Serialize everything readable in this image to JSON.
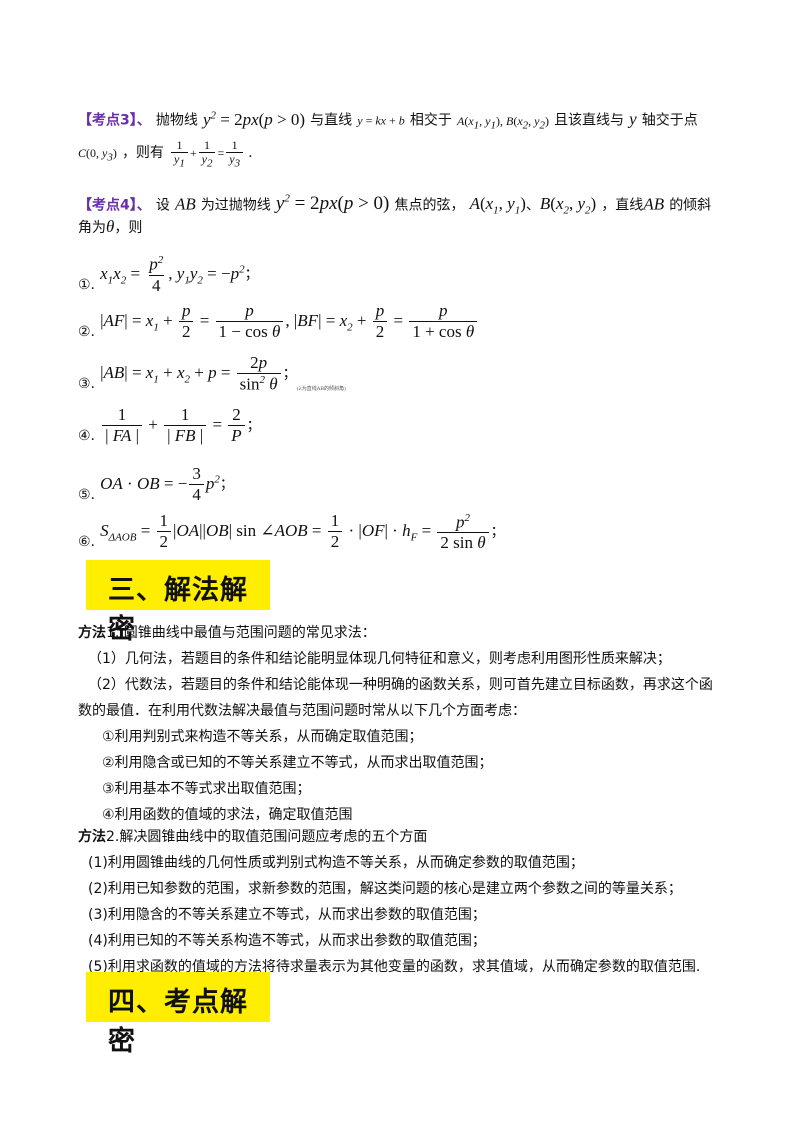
{
  "kaodian3": {
    "tag": "【考点3】",
    "sep": "、",
    "t1": "抛物线",
    "t2": "与直线",
    "t3": "相交于",
    "t4": "且该直线与",
    "t5": "轴交于点",
    "t6": "，则有",
    "t7": "."
  },
  "kaodian4": {
    "tag": "【考点4】",
    "sep": "、",
    "t1": "设",
    "t2": "为过抛物线",
    "t3": "焦点的弦，",
    "t4": "、",
    "t5": "，直线",
    "t6": "的倾斜",
    "t7": "角为",
    "t8": "，则"
  },
  "items": {
    "i1": "①.",
    "i2": "②.",
    "i3": "③.",
    "i4": "④.",
    "i5": "⑤.",
    "i6": "⑥.",
    "semi": "；",
    "tiny_note": "(λ为直线AB的倾斜角)"
  },
  "section3": {
    "title": "三、解法解密"
  },
  "method1": {
    "label": "方法",
    "title": "1. 圆锥曲线中最值与范围问题的常见求法：",
    "p1": "（1）几何法，若题目的条件和结论能明显体现几何特征和意义，则考虑利用图形性质来解决；",
    "p2a": "（2）代数法，若题目的条件和结论能体现一种明确的函数关系，则可首先建立目标函数，再求这个函",
    "p2b": "数的最值．在利用代数法解决最值与范围问题时常从以下几个方面考虑：",
    "s1": "①利用判别式来构造不等关系，从而确定取值范围；",
    "s2": "②利用隐含或已知的不等关系建立不等式，从而求出取值范围；",
    "s3": "③利用基本不等式求出取值范围；",
    "s4": "④利用函数的值域的求法，确定取值范围"
  },
  "method2": {
    "label": "方法",
    "title": "2.解决圆锥曲线中的取值范围问题应考虑的五个方面",
    "p1": "(1)利用圆锥曲线的几何性质或判别式构造不等关系，从而确定参数的取值范围；",
    "p2": "(2)利用已知参数的范围，求新参数的范围，解这类问题的核心是建立两个参数之间的等量关系；",
    "p3": "(3)利用隐含的不等关系建立不等式，从而求出参数的取值范围；",
    "p4": "(4)利用已知的不等关系构造不等式，从而求出参数的取值范围；",
    "p5": "(5)利用求函数的值域的方法将待求量表示为其他变量的函数，求其值域，从而确定参数的取值范围."
  },
  "section4": {
    "title": "四、考点解密"
  }
}
